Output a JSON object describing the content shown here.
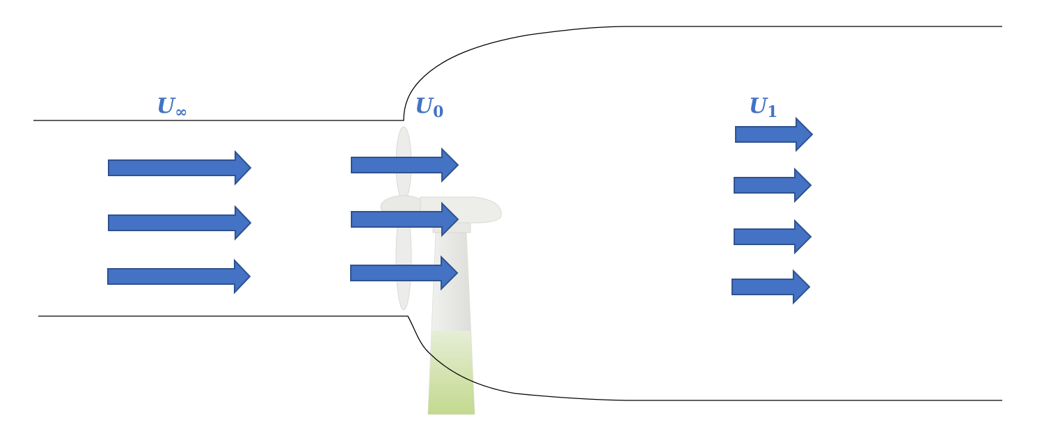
{
  "labels": {
    "upstream": {
      "main": "U",
      "sub": "∞"
    },
    "rotor": {
      "main": "U",
      "sub": "0"
    },
    "wake": {
      "main": "U",
      "sub": "1"
    }
  },
  "colors": {
    "arrow_fill": "#4472C4",
    "arrow_stroke": "#2F528F",
    "label": "#4472C4",
    "streamline": "#000000"
  }
}
